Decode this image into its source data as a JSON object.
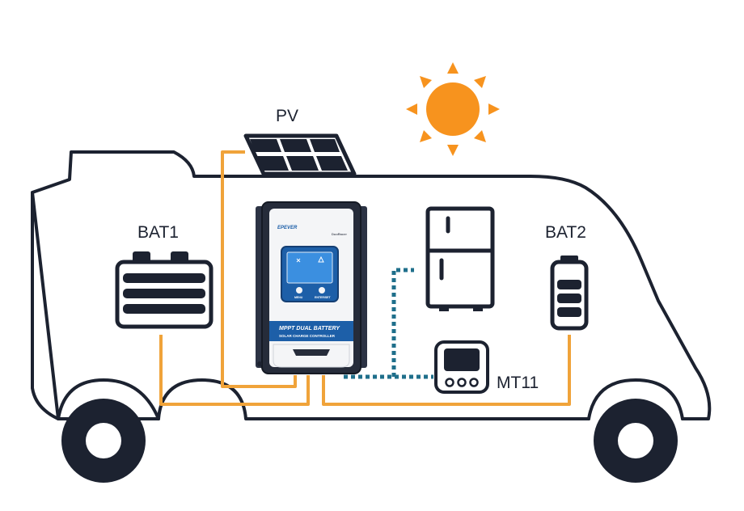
{
  "labels": {
    "pv": "PV",
    "bat1": "BAT1",
    "bat2": "BAT2",
    "mt11": "MT11"
  },
  "controller": {
    "brand": "EPEVER",
    "series": "DuoRacer",
    "line1": "MPPT DUAL BATTERY",
    "line2": "SOLAR CHARGE CONTROLLER",
    "btn_left": "MENU",
    "btn_right": "ENTER/SET"
  },
  "colors": {
    "outline": "#1c2230",
    "wire_power": "#f0a33a",
    "wire_comm": "#1f6f8b",
    "sun": "#f7931e",
    "controller_blue": "#1d5fa8",
    "lcd": "#3b8fe0"
  }
}
